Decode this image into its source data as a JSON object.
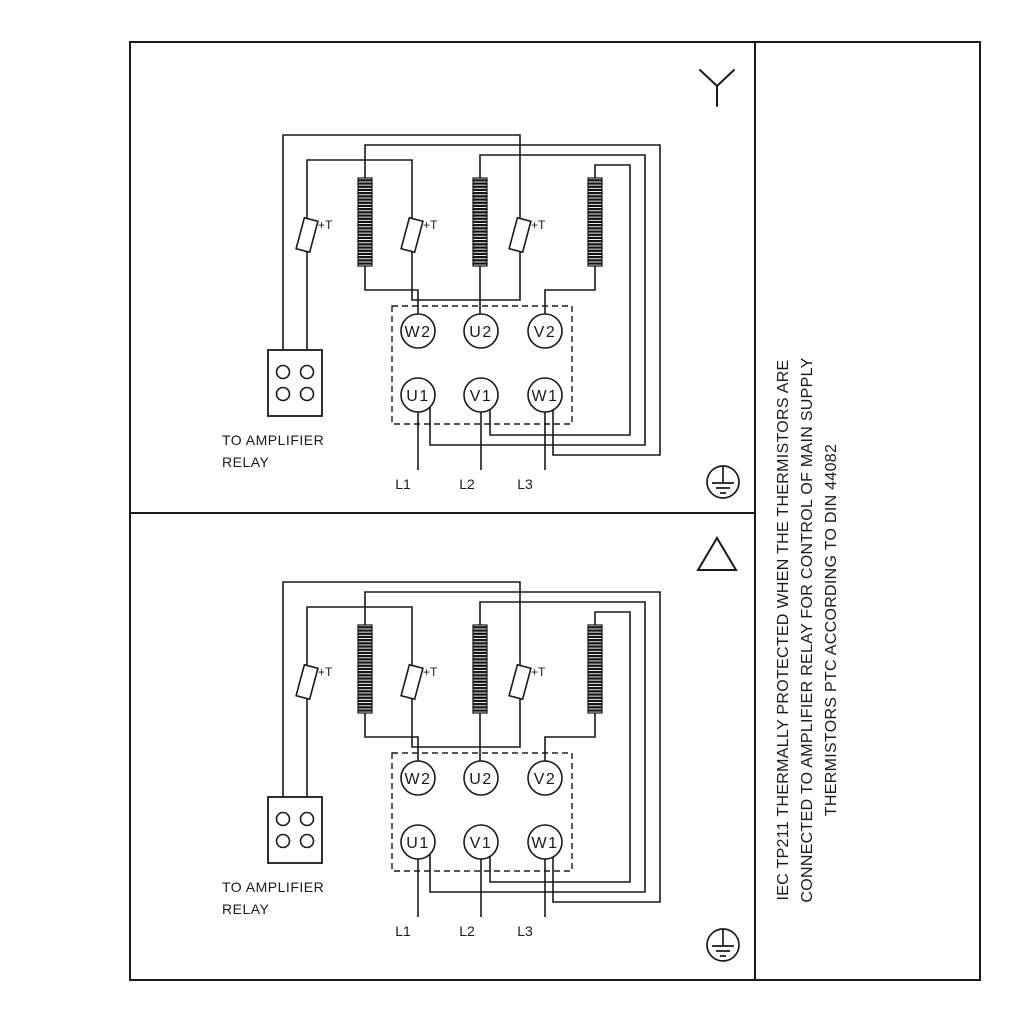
{
  "note_panel": {
    "lines": [
      "IEC TP211 THERMALLY PROTECTED WHEN THE THERMISTORS ARE",
      "CONNECTED TO AMPLIFIER RELAY FOR CONTROL OF MAIN SUPPLY",
      "THERMISTORS PTC ACCORDING TO DIN 44082"
    ]
  },
  "diagram": {
    "thermistor_label": "+T",
    "terminals": {
      "top": [
        "W2",
        "U2",
        "V2"
      ],
      "bottom": [
        "U1",
        "V1",
        "W1"
      ]
    },
    "supply": [
      "L1",
      "L2",
      "L3"
    ],
    "relay_caption": [
      "TO AMPLIFIER",
      "RELAY"
    ]
  },
  "symbols": {
    "top_panel": "star",
    "bottom_panel": "delta",
    "earth": "protective-earth"
  },
  "colors": {
    "ink": "#1a1a1a",
    "background": "#ffffff"
  }
}
